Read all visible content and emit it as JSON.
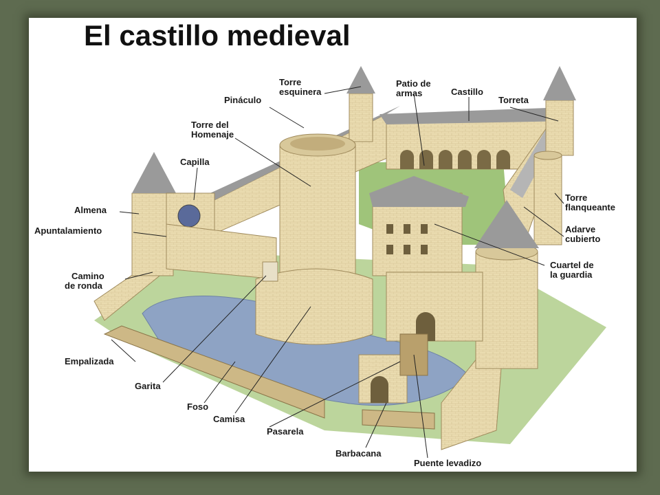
{
  "title": "El castillo medieval",
  "colors": {
    "frame": "#5e6b50",
    "stone": "#eadcb0",
    "stone_shadow": "#cdb886",
    "roof": "#9a9a9a",
    "grass": "#9fc47a",
    "moat": "#8ea3c4"
  },
  "labels": {
    "torre_esquinera": [
      "Torre",
      "esquinera"
    ],
    "patio_de_armas": [
      "Patio de",
      "armas"
    ],
    "castillo": [
      "Castillo"
    ],
    "pinaculo": [
      "Pináculo"
    ],
    "torreta": [
      "Torreta"
    ],
    "torre_homenaje": [
      "Torre del",
      "Homenaje"
    ],
    "capilla": [
      "Capilla"
    ],
    "almena": [
      "Almena"
    ],
    "apuntalamiento": [
      "Apuntalamiento"
    ],
    "torre_flanqueante": [
      "Torre",
      "flanqueante"
    ],
    "adarve_cubierto": [
      "Adarve",
      "cubierto"
    ],
    "camino_de_ronda": [
      "Camino",
      "de ronda"
    ],
    "cuartel_guardia": [
      "Cuartel de",
      "la guardia"
    ],
    "empalizada": [
      "Empalizada"
    ],
    "garita": [
      "Garita"
    ],
    "foso": [
      "Foso"
    ],
    "camisa": [
      "Camisa"
    ],
    "pasarela": [
      "Pasarela"
    ],
    "barbacana": [
      "Barbacana"
    ],
    "puente_levadizo": [
      "Puente levadizo"
    ]
  }
}
